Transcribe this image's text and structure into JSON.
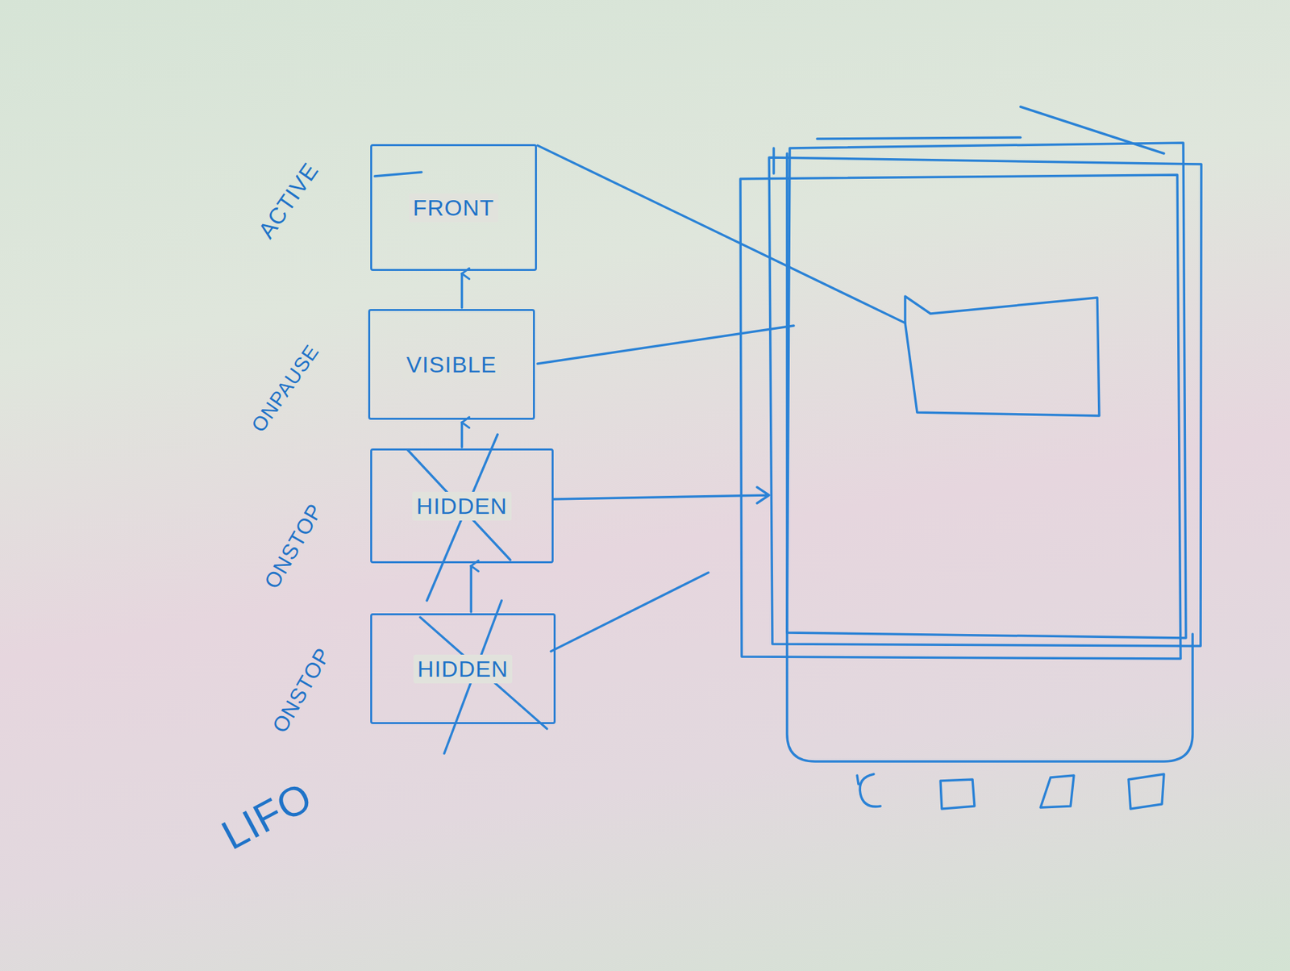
{
  "diagram": {
    "nodes": [
      {
        "text": [
          "FRONT"
        ]
      },
      {
        "text": [
          "VISIBLE"
        ]
      },
      {
        "text": [
          "HIDDEN"
        ]
      },
      {
        "text": [
          "HIDDEN"
        ]
      }
    ],
    "edges": [
      {
        "from": 1,
        "to": 0,
        "arrow": "to"
      },
      {
        "from": 2,
        "to": 1,
        "arrow": "to"
      },
      {
        "from": 3,
        "to": 2,
        "arrow": "to"
      }
    ],
    "labels": [
      "ACTIVE",
      "ONPAUSE",
      "ONSTOP",
      "ONSTOP",
      "LIFO"
    ]
  }
}
